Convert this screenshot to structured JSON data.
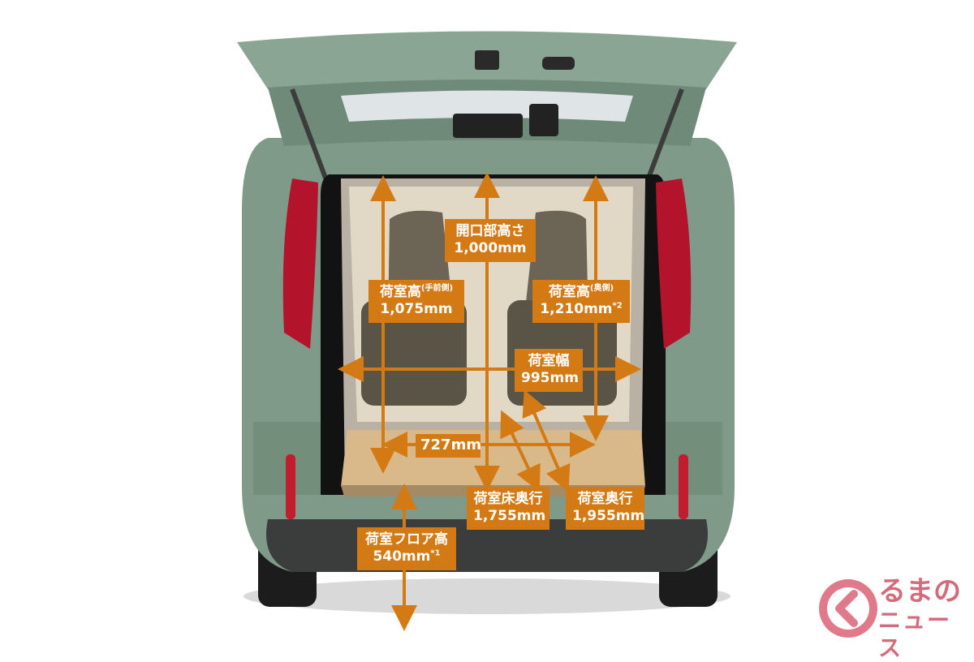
{
  "labels": {
    "opening_height": {
      "title": "開口部高さ",
      "value": "1,000mm"
    },
    "height_front": {
      "title": "荷室高",
      "note": "(手前側)",
      "value": "1,075mm"
    },
    "height_rear": {
      "title": "荷室高",
      "note": "(奥側)",
      "value": "1,210mm",
      "mark": "*2"
    },
    "width": {
      "title": "荷室幅",
      "value": "995mm"
    },
    "floor_width": {
      "value": "727mm"
    },
    "floor_depth": {
      "title": "荷室床奥行",
      "value": "1,755mm"
    },
    "depth": {
      "title": "荷室奥行",
      "value": "1,955mm"
    },
    "floor_height": {
      "title": "荷室フロア高",
      "value": "540mm",
      "mark": "*1"
    }
  },
  "logo": {
    "line1": "るまの",
    "line2": "ニュース"
  },
  "colors": {
    "accent": "#d47a14",
    "body": "#7f9a88",
    "logo": "#d46a7a"
  }
}
